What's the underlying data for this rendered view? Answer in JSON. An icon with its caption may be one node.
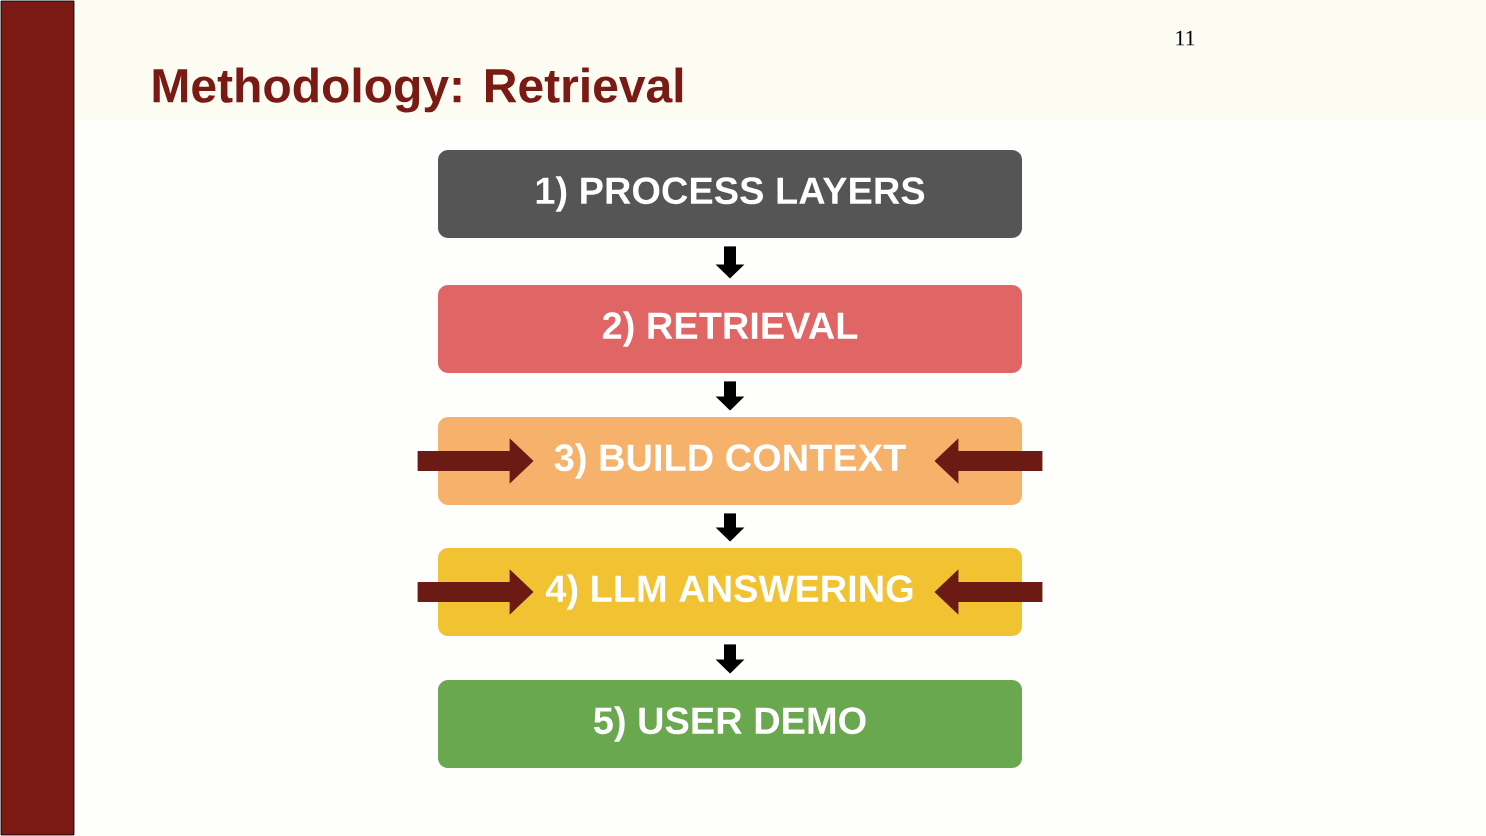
{
  "diagram": {
    "title": "Methodology: Retrieval",
    "nodes": [
      {
        "text": [
          "1) PROCESS LAYERS"
        ]
      },
      {
        "text": [
          "2) RETRIEVAL"
        ]
      },
      {
        "text": [
          "3) BUILD CONTEXT"
        ]
      },
      {
        "text": [
          "4) LLM ANSWERING"
        ]
      },
      {
        "text": [
          "5) USER DEMO"
        ]
      }
    ],
    "edges": [
      {
        "from": 0,
        "to": 1,
        "arrow": "to"
      },
      {
        "from": 1,
        "to": 2,
        "arrow": "to"
      },
      {
        "from": 2,
        "to": 3,
        "arrow": "to"
      },
      {
        "from": 3,
        "to": 4,
        "arrow": "to"
      },
      {
        "from": null,
        "to": 2,
        "arrow": "to",
        "color": "#6b1a14"
      },
      {
        "from": null,
        "to": 2,
        "arrow": "to",
        "color": "#6b1a14"
      },
      {
        "from": null,
        "to": 3,
        "arrow": "to",
        "color": "#6b1a14"
      },
      {
        "from": null,
        "to": 3,
        "arrow": "to",
        "color": "#6b1a14"
      }
    ],
    "labels": [
      "11"
    ]
  }
}
